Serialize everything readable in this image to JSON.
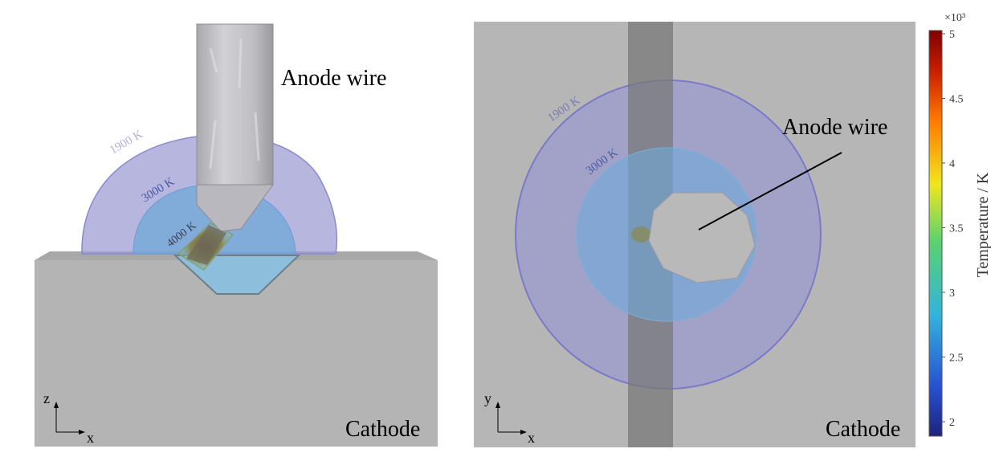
{
  "left_panel": {
    "anode_label": "Anode wire",
    "cathode_label": "Cathode",
    "isotherm_1900": "1900 K",
    "isotherm_3000": "3000 K",
    "isotherm_4000": "4000 K",
    "axis_vertical": "z",
    "axis_horizontal": "x"
  },
  "right_panel": {
    "anode_label": "Anode wire",
    "cathode_label": "Cathode",
    "isotherm_1900": "1900 K",
    "isotherm_3000": "3000 K",
    "axis_vertical": "y",
    "axis_horizontal": "x"
  },
  "colorbar": {
    "multiplier": "×10³",
    "title": "Temperature / K",
    "ticks": [
      "5",
      "4.5",
      "4",
      "3.5",
      "3",
      "2.5",
      "2"
    ],
    "colors": [
      "#7f0000",
      "#c81e00",
      "#ff7800",
      "#f0e61e",
      "#5ad26e",
      "#32b4dc",
      "#2850d2",
      "#1e237a"
    ]
  }
}
